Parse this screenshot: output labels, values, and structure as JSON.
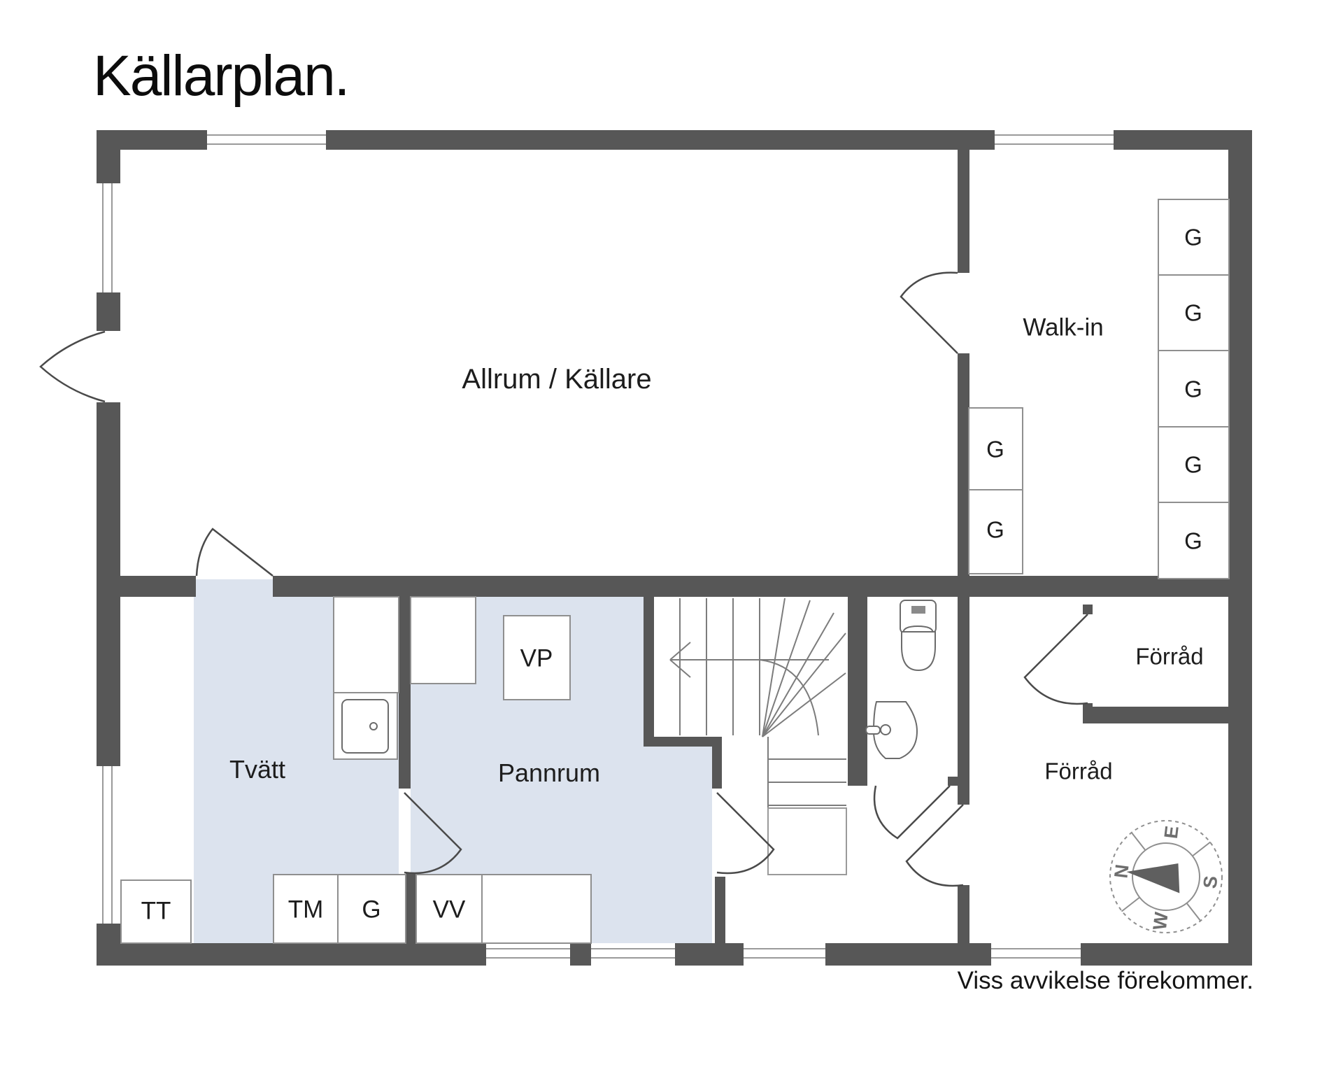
{
  "title": "Källarplan.",
  "disclaimer": "Viss avvikelse förekommer.",
  "rooms": {
    "allrum": "Allrum / Källare",
    "walkin": "Walk-in",
    "tvatt": "Tvätt",
    "pannrum": "Pannrum",
    "forrad_upper": "Förråd",
    "forrad_lower": "Förråd"
  },
  "fixtures": {
    "vp": "VP",
    "tt": "TT",
    "tm": "TM",
    "g": "G",
    "vv": "VV"
  },
  "wardrobe_label": "G",
  "compass": {
    "n": "N",
    "e": "E",
    "s": "S",
    "w": "W"
  },
  "colors": {
    "wall": "#575757",
    "room_shade": "#dce3ee",
    "thin_line": "#8f8f8f",
    "fixture_line": "#6b6b6b"
  }
}
